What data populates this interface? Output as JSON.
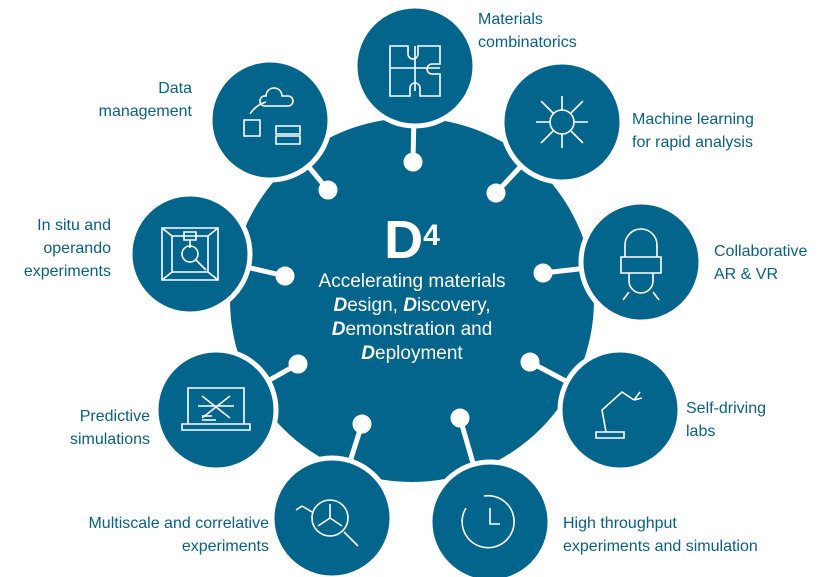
{
  "colors": {
    "primary": "#03658b",
    "line": "#ffffff"
  },
  "center": {
    "title": "D",
    "title_sup": "4",
    "line1": "Accelerating materials",
    "d1": "D",
    "w1": "esign, ",
    "d2": "D",
    "w2": "iscovery,",
    "d3": "D",
    "w3": "emonstration and",
    "d4": "D",
    "w4": "eployment"
  },
  "nodes": [
    {
      "label1": "Materials",
      "label2": "combinatorics",
      "icon": "puzzle-icon"
    },
    {
      "label1": "Machine learning",
      "label2": "for rapid analysis",
      "icon": "ai-network-icon"
    },
    {
      "label1": "Collaborative",
      "label2": "AR & VR",
      "icon": "vr-headset-icon"
    },
    {
      "label1": "Self-driving",
      "label2": "labs",
      "icon": "robot-arm-icon"
    },
    {
      "label1": "High throughput",
      "label2": "experiments and simulation",
      "icon": "timer-icon"
    },
    {
      "label1": "Multiscale and correlative",
      "label2": "experiments",
      "icon": "magnifier-chart-icon"
    },
    {
      "label1": "Predictive",
      "label2": "simulations",
      "icon": "laptop-atom-icon"
    },
    {
      "label1": "In situ and",
      "label2": "operando",
      "label3": "experiments",
      "icon": "chamber-icon"
    },
    {
      "label1": "Data",
      "label2": "management",
      "icon": "data-storage-icon"
    }
  ]
}
